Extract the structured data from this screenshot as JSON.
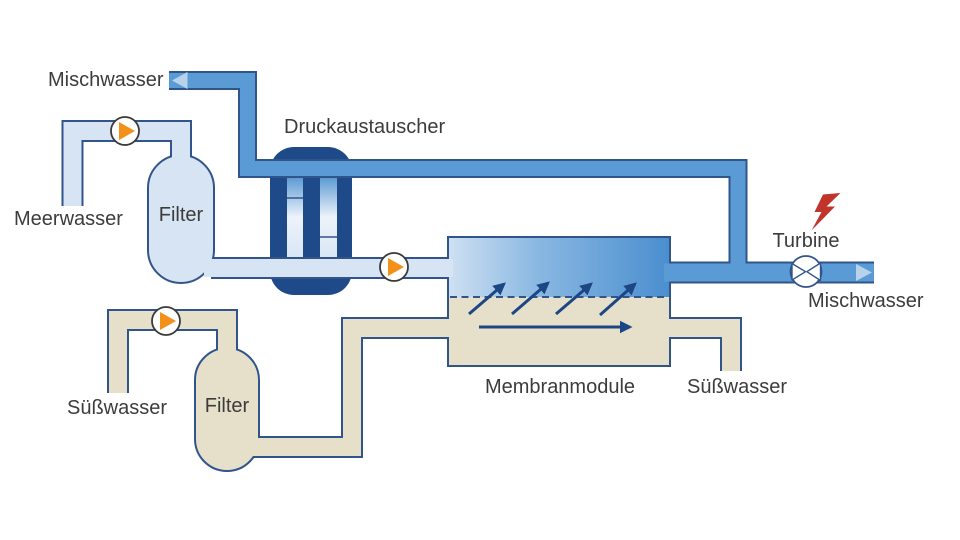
{
  "diagram": {
    "labels": {
      "mischwasser_out_top": "Mischwasser",
      "druckaustauscher": "Druckaustauscher",
      "meerwasser_in": "Meerwasser",
      "filter_meerwasser": "Filter",
      "suesswasser_in": "Süßwasser",
      "filter_suesswasser": "Filter",
      "membranmodule": "Membranmodule",
      "suesswasser_out": "Süßwasser",
      "turbine": "Turbine",
      "mischwasser_out_right": "Mischwasser"
    },
    "icons": {
      "pump": "white-circle-with-orange-play-triangle",
      "turbine": "white-circle-with-nozzle-bowtie",
      "energy": "red-lightning-bolt",
      "flow_out": "pale-blue-triangle-arrow",
      "osmosis_flow": "dark-blue-diagonal-arrows"
    },
    "colors": {
      "pipe": "#5b9bd5",
      "pale": "#d6e4f4",
      "dark": "#1e4a8a",
      "beige": "#e6e0cb",
      "outline": "#31548a",
      "orange": "#f39019",
      "red": "#c0342b",
      "arrowPale": "#b9d2ec",
      "arrowDark": "#1d4685",
      "text": "#3c3c3c",
      "pumpStroke": "#3a3a3a",
      "moduleGradientLeft": "#cfe0f2",
      "moduleGradientRight": "#4a8ecf"
    }
  }
}
